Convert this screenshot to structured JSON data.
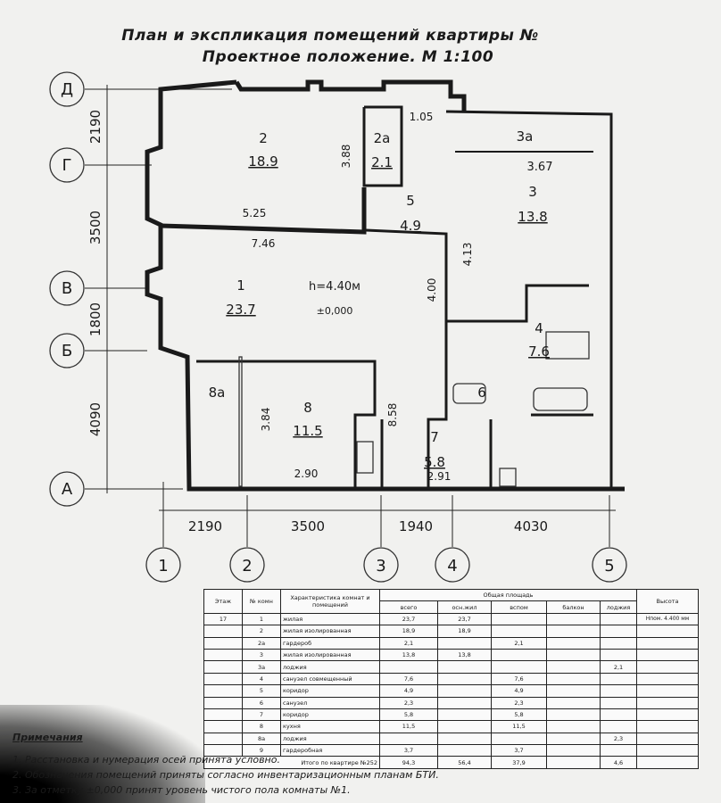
{
  "title": {
    "line1": "План и экспликация помещений квартиры №",
    "line2": "Проектное положение. М 1:100"
  },
  "axes_rows": [
    "Д",
    "Г",
    "В",
    "Б",
    "А"
  ],
  "axes_cols": [
    "1",
    "2",
    "3",
    "4",
    "5"
  ],
  "dims_left": [
    "2190",
    "3500",
    "1800",
    "4090"
  ],
  "dims_bottom": [
    "2190",
    "3500",
    "1940",
    "4030"
  ],
  "rooms": [
    {
      "num": "2",
      "area": "18.9"
    },
    {
      "num": "2а",
      "area": "2.1"
    },
    {
      "num": "5",
      "area": "4.9"
    },
    {
      "num": "3а",
      "area": "3.67"
    },
    {
      "num": "3",
      "area": "13.8"
    },
    {
      "num": "1",
      "area": "23.7"
    },
    {
      "num": "4",
      "area": "7.6"
    },
    {
      "num": "6",
      "area": ""
    },
    {
      "num": "8а",
      "area": ""
    },
    {
      "num": "8",
      "area": "11.5"
    },
    {
      "num": "7",
      "area": "5.8"
    }
  ],
  "height_label": "h=4.40м",
  "level_label": "±0,000",
  "inner_dims": {
    "d525": "5.25",
    "d746": "7.46",
    "d388": "3.88",
    "d105": "1.05",
    "d413": "4.13",
    "d400": "4.00",
    "d384": "3.84",
    "d858": "8.58",
    "d290": "2.90",
    "d291": "2.91"
  },
  "table": {
    "headers": {
      "floor": "Этаж",
      "room_no": "№ комн",
      "desc": "Характеристика комнат и помещений",
      "area": "Общая площадь",
      "total": "всего",
      "main": "осн.жил",
      "aux": "вспом",
      "balcony": "балкон",
      "loggia": "лоджия",
      "height": "Высота"
    },
    "rows": [
      [
        "17",
        "1",
        "жилая",
        "23,7",
        "23,7",
        "",
        "",
        "",
        "Нпом. 4.400 мм"
      ],
      [
        "",
        "2",
        "жилая изолированная",
        "18,9",
        "18,9",
        "",
        "",
        "",
        ""
      ],
      [
        "",
        "2а",
        "гардероб",
        "2,1",
        "",
        "2,1",
        "",
        "",
        ""
      ],
      [
        "",
        "3",
        "жилая изолированная",
        "13,8",
        "13,8",
        "",
        "",
        "",
        ""
      ],
      [
        "",
        "3а",
        "лоджия",
        "",
        "",
        "",
        "",
        "2,1",
        ""
      ],
      [
        "",
        "4",
        "санузел совмещенный",
        "7,6",
        "",
        "7,6",
        "",
        "",
        ""
      ],
      [
        "",
        "5",
        "коридор",
        "4,9",
        "",
        "4,9",
        "",
        "",
        ""
      ],
      [
        "",
        "6",
        "санузел",
        "2,3",
        "",
        "2,3",
        "",
        "",
        ""
      ],
      [
        "",
        "7",
        "коридор",
        "5,8",
        "",
        "5,8",
        "",
        "",
        ""
      ],
      [
        "",
        "8",
        "кухня",
        "11,5",
        "",
        "11,5",
        "",
        "",
        ""
      ],
      [
        "",
        "8а",
        "лоджия",
        "",
        "",
        "",
        "",
        "2,3",
        ""
      ],
      [
        "",
        "9",
        "гардеробная",
        "3,7",
        "",
        "3,7",
        "",
        "",
        ""
      ]
    ],
    "total": {
      "label": "Итого по квартире №252",
      "total": "94,3",
      "main": "56,4",
      "aux": "37,9",
      "balcony": "",
      "loggia": "4,6"
    }
  },
  "notes": {
    "title": "Примечания",
    "items": [
      "1. Расстановка и нумерация осей принята условно.",
      "2. Обозначения помещений приняты согласно инвентаризационным планам БТИ.",
      "3. За отметку ±0,000 принят уровень чистого пола комнаты №1."
    ]
  }
}
